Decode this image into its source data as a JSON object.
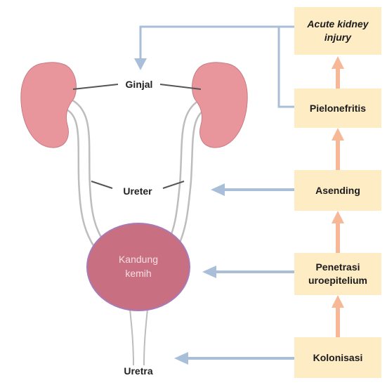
{
  "anatomy": {
    "kidney_label": "Ginjal",
    "ureter_label": "Ureter",
    "bladder_label_line1": "Kandung",
    "bladder_label_line2": "kemih",
    "urethra_label": "Uretra"
  },
  "steps": {
    "acute_line1": "Acute kidney",
    "acute_line2": "injury",
    "pyelonephritis": "Pielonefritis",
    "ascending": "Asending",
    "penetration_line1": "Penetrasi",
    "penetration_line2": "uroepitelium",
    "colonization": "Kolonisasi"
  },
  "colors": {
    "kidney_fill": "#e8959c",
    "bladder_fill": "#c96f82",
    "bladder_border": "#a77ab8",
    "box_fill": "#fdecc4",
    "blue_arrow": "#a9bfd9",
    "orange_arrow": "#f6b896"
  }
}
